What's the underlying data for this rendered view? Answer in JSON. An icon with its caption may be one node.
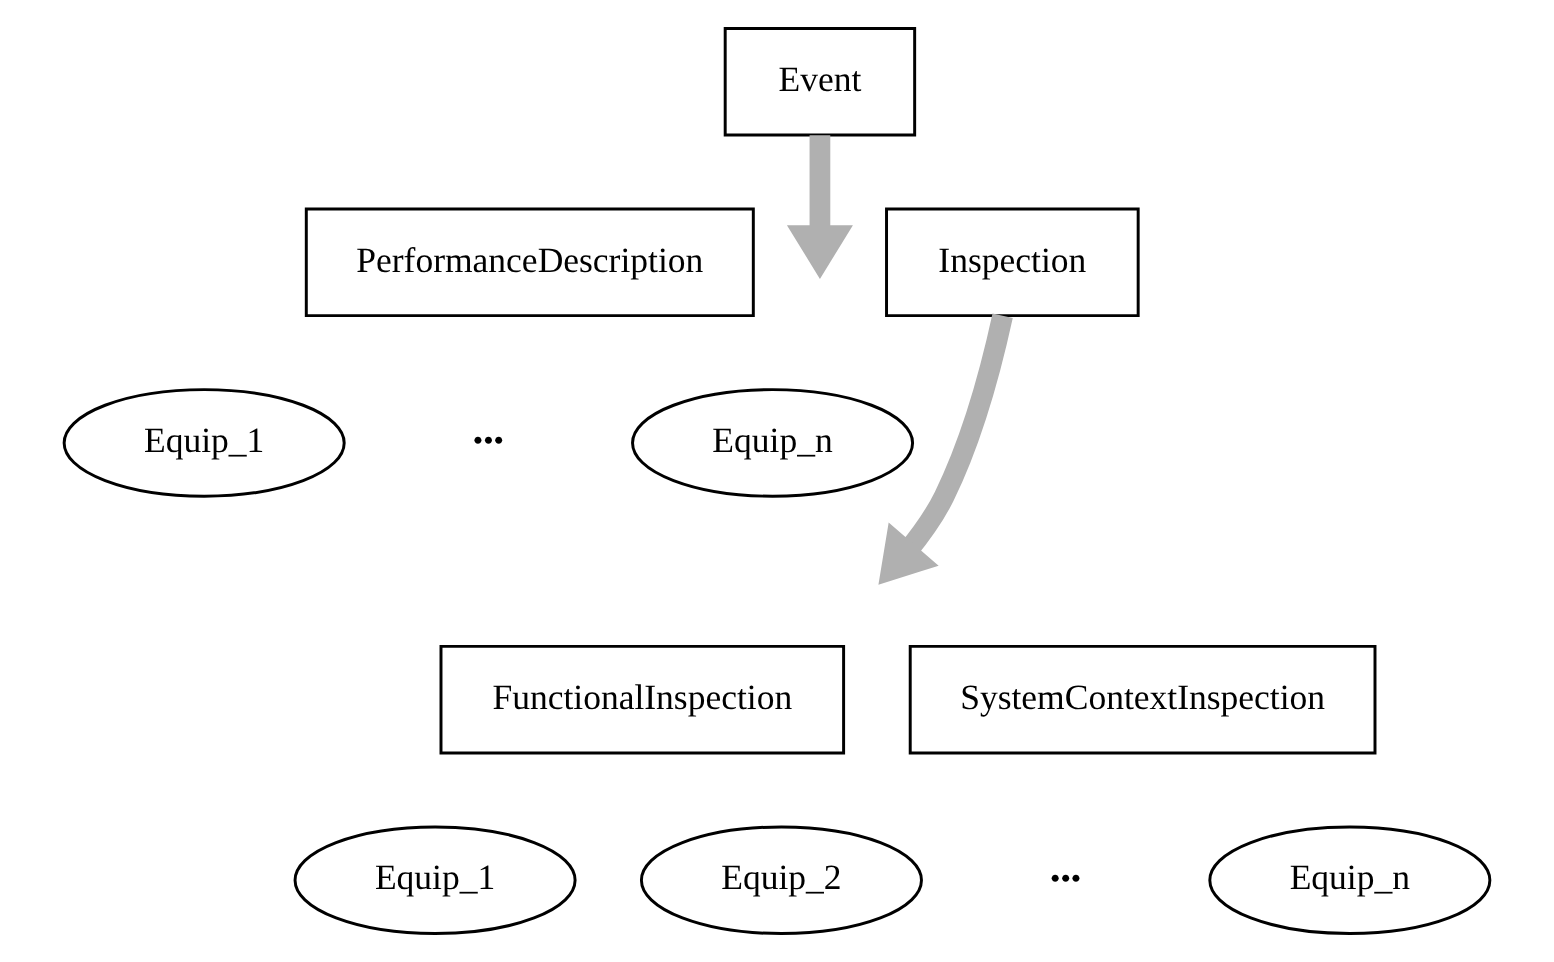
{
  "diagram": {
    "nodes": [
      {
        "text": [
          "Event"
        ]
      },
      {
        "text": [
          "PerformanceDescription"
        ]
      },
      {
        "text": [
          "Inspection"
        ]
      },
      {
        "text": [
          "Equip_1"
        ]
      },
      {
        "text": [
          "Equip_n"
        ]
      },
      {
        "text": [
          "FunctionalInspection"
        ]
      },
      {
        "text": [
          "SystemContextInspection"
        ]
      },
      {
        "text": [
          "Equip_1"
        ]
      },
      {
        "text": [
          "Equip_2"
        ]
      },
      {
        "text": [
          "Equip_n"
        ]
      }
    ],
    "edges": [
      {
        "from": 0,
        "to": null,
        "arrow": "to"
      },
      {
        "from": 2,
        "to": null,
        "arrow": "to"
      }
    ],
    "labels": [
      "•••",
      "•••"
    ]
  }
}
